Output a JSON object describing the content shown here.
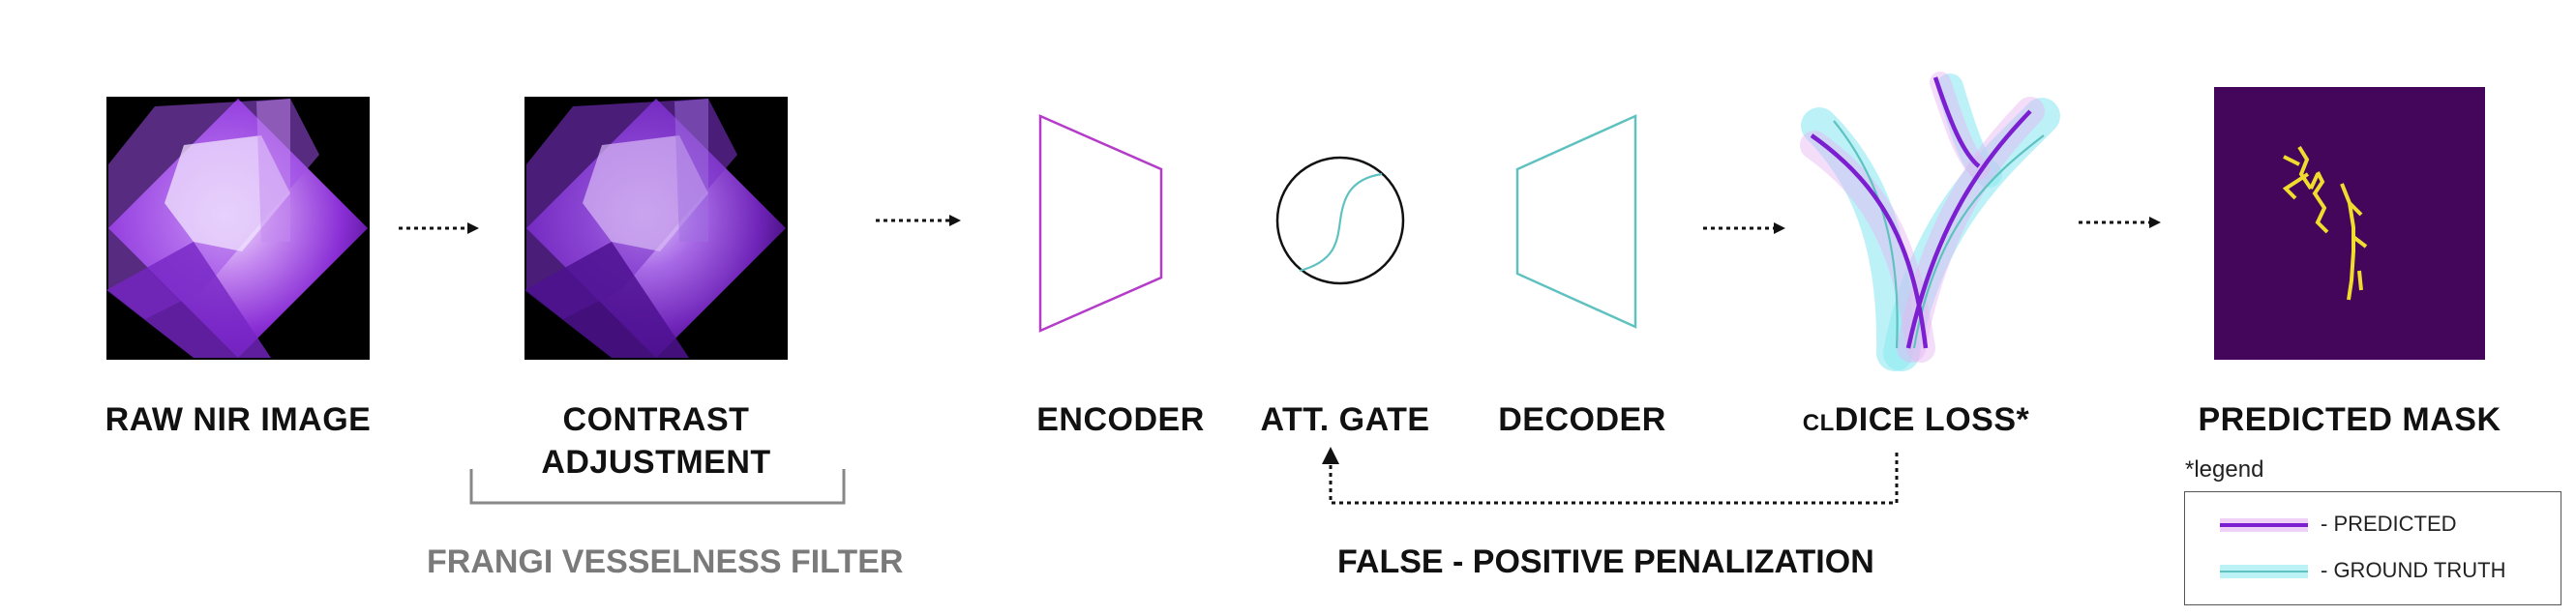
{
  "stages": {
    "raw_nir": {
      "label": "RAW NIR IMAGE"
    },
    "contrast": {
      "label_line1": "CONTRAST",
      "label_line2": "ADJUSTMENT"
    },
    "encoder": {
      "label": "ENCODER"
    },
    "att_gate": {
      "label": "ATT. GATE"
    },
    "decoder": {
      "label": "DECODER"
    },
    "cldice": {
      "prefix": "CL",
      "label": "DICE LOSS*"
    },
    "predicted": {
      "label": "PREDICTED MASK"
    }
  },
  "annotations": {
    "frangi": "FRANGI VESSELNESS FILTER",
    "fp_penalization": "FALSE - POSITIVE PENALIZATION"
  },
  "legend": {
    "title": "*legend",
    "items": [
      {
        "text": "- PREDICTED",
        "color": "#7b1fd1"
      },
      {
        "text": "- GROUND TRUTH",
        "color": "#7fe8ef"
      }
    ]
  },
  "colors": {
    "encoder": "#b43cc9",
    "decoder": "#5fc2c0",
    "predicted_line": "#7b1fd1",
    "ground_truth": "#7fe8ef",
    "mask_bg": "#44065a",
    "mask_vessel": "#f0dc2e",
    "nir_purple": "#9b3fe0"
  }
}
